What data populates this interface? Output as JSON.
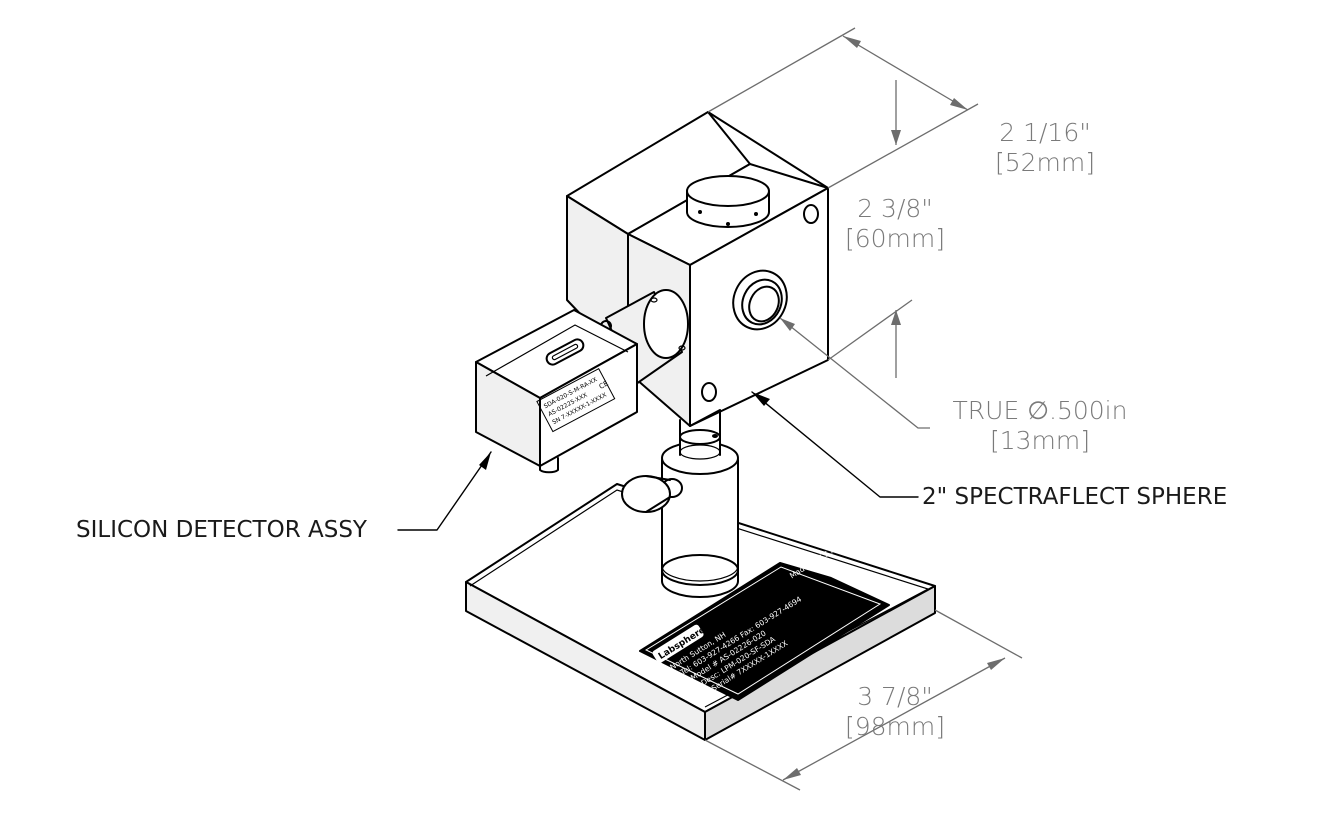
{
  "dimensions": {
    "depth": {
      "imperial": "2 1/16\"",
      "metric": "[52mm]"
    },
    "height": {
      "imperial": "2 3/8\"",
      "metric": "[60mm]"
    },
    "port": {
      "prefix": "TRUE",
      "symbol": "∅",
      "imperial": ".500in",
      "metric": "[13mm]"
    },
    "base": {
      "imperial": "3 7/8\"",
      "metric": "[98mm]"
    }
  },
  "callouts": {
    "sphere": "2\" SPECTRAFLECT SPHERE",
    "detector": "SILICON DETECTOR ASSY"
  },
  "nameplate": {
    "brand": "Labsphere",
    "made_in": "Made in U.S.A.",
    "lines": [
      "North Sutton, NH",
      "Tel: 603-927-4266 Fax: 603-927-4694",
      "Model # AS-02226-020",
      "Desc: LPM-020-SF-SDA",
      "Serial# 7XXXXX-1XXXX"
    ]
  },
  "detector_label": {
    "lines": [
      "SDA-020-S-M-RA-XX",
      "AS-02225-XXX",
      "SN 7-XXXXX-1-XXXX"
    ],
    "mark": "CE"
  }
}
